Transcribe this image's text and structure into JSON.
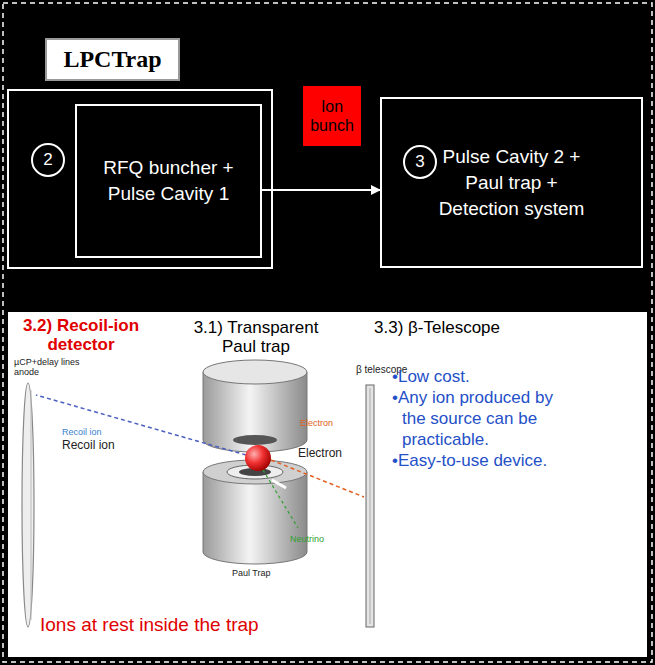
{
  "diagram": {
    "nodes": [
      {
        "text": [
          "LPCTrap"
        ]
      },
      {
        "text": [
          "Ion bunch"
        ]
      },
      {
        "text": [
          "2"
        ]
      },
      {
        "text": [
          "RFQ buncher + Pulse Cavity 1"
        ]
      },
      {
        "text": [
          "Pulse Cavity 2 + Paul trap + Detection system"
        ]
      },
      {
        "text": [
          "3"
        ],
        "in": 4
      }
    ],
    "edges": [
      {
        "from": 3,
        "to": 4,
        "arrow": "to"
      }
    ],
    "labels": [
      "3.2) Recoil-ion detector",
      "3.1) Transparent Paul trap",
      "3.3) β-Telescope",
      "µCP+delay lines anode",
      "β telescope",
      "Recoil ion",
      "Recoil ion",
      "Electron",
      "Electron",
      "Neutrino",
      "Paul Trap",
      "•Low cost.",
      "•Any ion produced by the source can be practicable.",
      "•Easy-to-use device.",
      "Ions at rest inside the trap"
    ]
  }
}
